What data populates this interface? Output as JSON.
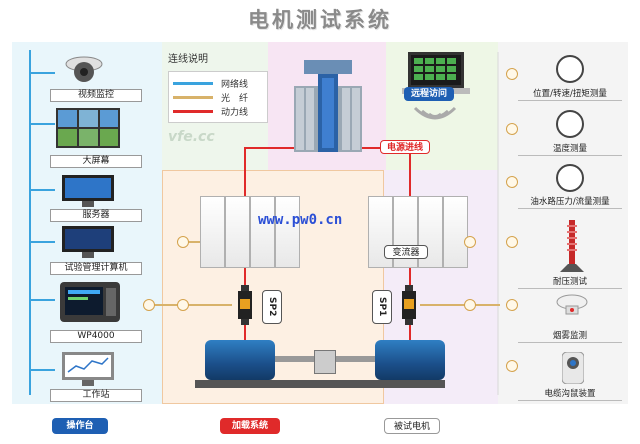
{
  "title": "电机测试系统",
  "legend": {
    "heading": "连线说明",
    "items": [
      {
        "label": "网络线",
        "color": "#3aa3de"
      },
      {
        "label": "光　纤",
        "color": "#d8b26a"
      },
      {
        "label": "动力线",
        "color": "#e02a2a"
      }
    ]
  },
  "watermark_left": "vfe.cc",
  "watermark_center": "www.pw0.cn",
  "left_devices": [
    {
      "label": "视频监控",
      "icon": "camera-icon"
    },
    {
      "label": "大屏幕",
      "icon": "video-wall-icon"
    },
    {
      "label": "服务器",
      "icon": "server-monitor-icon"
    },
    {
      "label": "试验管理计算机",
      "icon": "computer-icon"
    },
    {
      "label": "WP4000",
      "icon": "power-analyzer-icon"
    },
    {
      "label": "工作站",
      "icon": "workstation-icon"
    }
  ],
  "right_devices": [
    {
      "label": "位置/转速/扭矩测量",
      "icon": "gauge-icon"
    },
    {
      "label": "温度测量",
      "icon": "thermometer-icon"
    },
    {
      "label": "油水路压力/流量测量",
      "icon": "flow-meter-icon"
    },
    {
      "label": "耐压测试",
      "icon": "high-voltage-icon"
    },
    {
      "label": "烟雾监测",
      "icon": "smoke-detector-icon"
    },
    {
      "label": "电缆沟鼠装置",
      "icon": "rodent-repeller-icon"
    }
  ],
  "remote_access": "远程访问",
  "power_inlet": "电源进线",
  "converter": "变流器",
  "sensors": [
    "SP2",
    "SP1"
  ],
  "zones": {
    "console": "操作台",
    "load_system": "加载系统",
    "motor_under_test": "被试电机"
  },
  "colors": {
    "network": "#3aa3de",
    "fiber": "#d8b26a",
    "power": "#e02a2a",
    "motor_blue": "#1f5fa8"
  }
}
